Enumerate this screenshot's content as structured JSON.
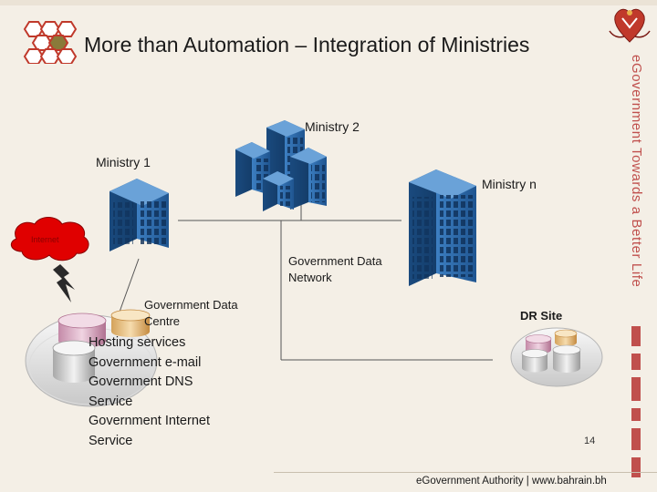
{
  "slide": {
    "title": "More than Automation – Integration of Ministries",
    "tagline": "eGovernment Towards a Better Life",
    "page_number": "14",
    "footer": "eGovernment Authority | www.bahrain.bh"
  },
  "diagram": {
    "nodes": {
      "ministry_1": "Ministry 1",
      "ministry_2": "Ministry 2",
      "ministry_n": "Ministry n",
      "network": [
        "Government Data",
        "Network"
      ],
      "data_centre": [
        "Government Data",
        "Centre"
      ],
      "dr_site": "DR Site",
      "cloud": "Internet"
    },
    "services": [
      "Hosting services",
      "Government e-mail",
      "Government DNS",
      "Service",
      "Government Internet",
      "Service"
    ]
  },
  "colors": {
    "background": "#f4efe6",
    "accent_red": "#c0504d",
    "building_blue": "#2f6fae",
    "cloud_red": "#d40000"
  },
  "icons": {
    "logo": "hexagon-logo-icon",
    "crest": "crest-icon",
    "lightning": "lightning-icon",
    "building": "building-icon",
    "database": "database-icon"
  }
}
